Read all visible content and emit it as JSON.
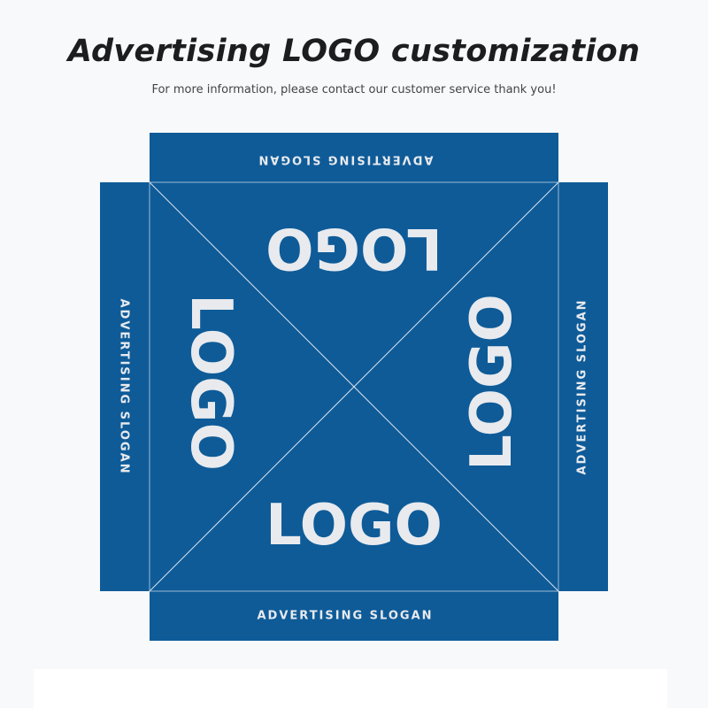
{
  "header": {
    "title": "Advertising LOGO customization",
    "subtitle": "For more information, please contact our customer service thank you!"
  },
  "canopy": {
    "color": "#0e5b98",
    "text_color": "#e8eaee",
    "line_color": "#d9e3ee",
    "logo_text": "LOGO",
    "slogan_text": "ADVERTISING SLOGAN"
  }
}
